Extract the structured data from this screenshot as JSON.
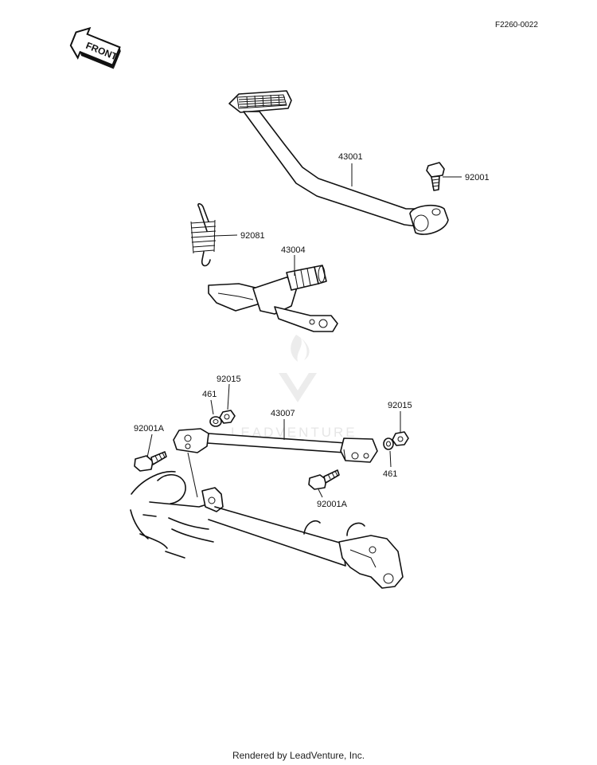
{
  "diagram": {
    "code": "F2260-0022",
    "direction_label": "FRONT",
    "watermark": "LEADVENTURE",
    "parts": {
      "pedal": "43001",
      "pedal_bolt": "92001",
      "spring": "92081",
      "shaft": "43004",
      "rod": "43007",
      "nut_left": "92015",
      "washer_left": "461",
      "nut_right": "92015",
      "washer_right": "461",
      "bolt_left": "92001A",
      "bolt_right": "92001A"
    }
  },
  "footer": {
    "text": "Rendered by LeadVenture, Inc."
  }
}
